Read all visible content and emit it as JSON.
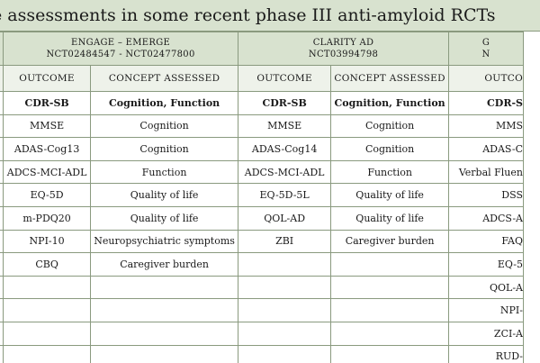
{
  "title": "e assessments in some recent phase III anti-amyloid RCTs",
  "trials": [
    {
      "name": "ENGAGE – EMERGE",
      "id": "NCT02484547 - NCT02477800"
    },
    {
      "name": "CLARITY AD",
      "id": "NCT03994798"
    },
    {
      "name": "G",
      "id": "N"
    }
  ],
  "headers": {
    "stub": ")",
    "outcome": "OUTCOME",
    "concept": "CONCEPT ASSESSED",
    "outcome_cut": "OUTCO"
  },
  "rows": [
    {
      "o1": "CDR-SB",
      "c1": "Cognition, Function",
      "o2": "CDR-SB",
      "c2": "Cognition, Function",
      "o3": "CDR-S"
    },
    {
      "o1": "MMSE",
      "c1": "Cognition",
      "o2": "MMSE",
      "c2": "Cognition",
      "o3": "MMS"
    },
    {
      "o1": "ADAS-Cog13",
      "c1": "Cognition",
      "o2": "ADAS-Cog14",
      "c2": "Cognition",
      "o3": "ADAS-C"
    },
    {
      "o1": "ADCS-MCI-ADL",
      "c1": "Function",
      "o2": "ADCS-MCI-ADL",
      "c2": "Function",
      "o3": "Verbal Fluen"
    },
    {
      "o1": "EQ-5D",
      "c1": "Quality of life",
      "o2": "EQ-5D-5L",
      "c2": "Quality of life",
      "o3": "DSS"
    },
    {
      "o1": "m-PDQ20",
      "c1": "Quality of life",
      "o2": "QOL-AD",
      "c2": "Quality of life",
      "o3": "ADCS-A"
    },
    {
      "o1": "NPI-10",
      "c1": "Neuropsychiatric symptoms",
      "o2": "ZBI",
      "c2": "Caregiver burden",
      "o3": "FAQ"
    },
    {
      "o1": "CBQ",
      "c1": "Caregiver burden",
      "o2": "",
      "c2": "",
      "o3": "EQ-5"
    },
    {
      "o1": "",
      "c1": "",
      "o2": "",
      "c2": "",
      "o3": "QOL-A"
    },
    {
      "o1": "",
      "c1": "",
      "o2": "",
      "c2": "",
      "o3": "NPI-"
    },
    {
      "o1": "",
      "c1": "",
      "o2": "",
      "c2": "",
      "o3": "ZCI-A"
    },
    {
      "o1": "",
      "c1": "",
      "o2": "",
      "c2": "",
      "o3": "RUD-"
    }
  ]
}
